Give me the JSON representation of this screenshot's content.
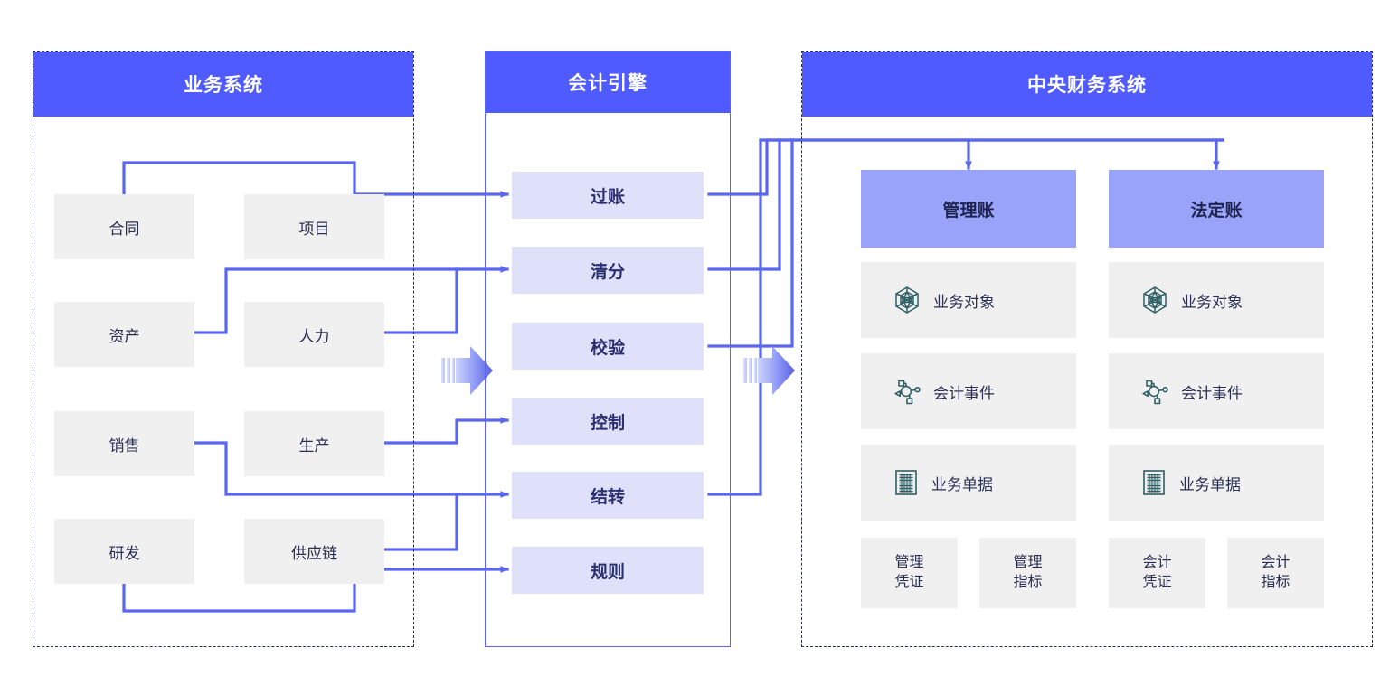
{
  "colors": {
    "header_blue": "#4f5bff",
    "engine_box": "#dfe1fb",
    "ledger_header": "#9aa3fa",
    "gray_box": "#f0f0f0",
    "line_blue": "#5a66f0",
    "text_navy": "#2b2f52",
    "icon_teal": "#2f6066",
    "panel_dash": "#2b2f52"
  },
  "panels": {
    "business": {
      "title": "业务系统",
      "items": [
        {
          "label": "合同",
          "icon": "none"
        },
        {
          "label": "项目",
          "icon": "none"
        },
        {
          "label": "资产",
          "icon": "none"
        },
        {
          "label": "人力",
          "icon": "none"
        },
        {
          "label": "销售",
          "icon": "none"
        },
        {
          "label": "生产",
          "icon": "none"
        },
        {
          "label": "研发",
          "icon": "none"
        },
        {
          "label": "供应链",
          "icon": "none"
        }
      ]
    },
    "engine": {
      "title": "会计引擎",
      "items": [
        {
          "label": "过账"
        },
        {
          "label": "清分"
        },
        {
          "label": "校验"
        },
        {
          "label": "控制"
        },
        {
          "label": "结转"
        },
        {
          "label": "规则"
        }
      ]
    },
    "finance": {
      "title": "中央财务系统",
      "ledgers": [
        {
          "title": "管理账",
          "rows": [
            {
              "label": "业务对象",
              "icon": "polyhedron-node-icon"
            },
            {
              "label": "会计事件",
              "icon": "node-graph-icon"
            },
            {
              "label": "业务单据",
              "icon": "document-list-icon"
            }
          ],
          "minis": [
            {
              "line1": "管理",
              "line2": "凭证"
            },
            {
              "line1": "管理",
              "line2": "指标"
            }
          ]
        },
        {
          "title": "法定账",
          "rows": [
            {
              "label": "业务对象",
              "icon": "polyhedron-node-icon"
            },
            {
              "label": "会计事件",
              "icon": "node-graph-icon"
            },
            {
              "label": "业务单据",
              "icon": "document-list-icon"
            }
          ],
          "minis": [
            {
              "line1": "会计",
              "line2": "凭证"
            },
            {
              "line1": "会计",
              "line2": "指标"
            }
          ]
        }
      ]
    }
  },
  "connectors": {
    "flow_arrow_1_name": "gradient-flow-arrow-business-to-engine",
    "flow_arrow_2_name": "gradient-flow-arrow-engine-to-finance"
  }
}
